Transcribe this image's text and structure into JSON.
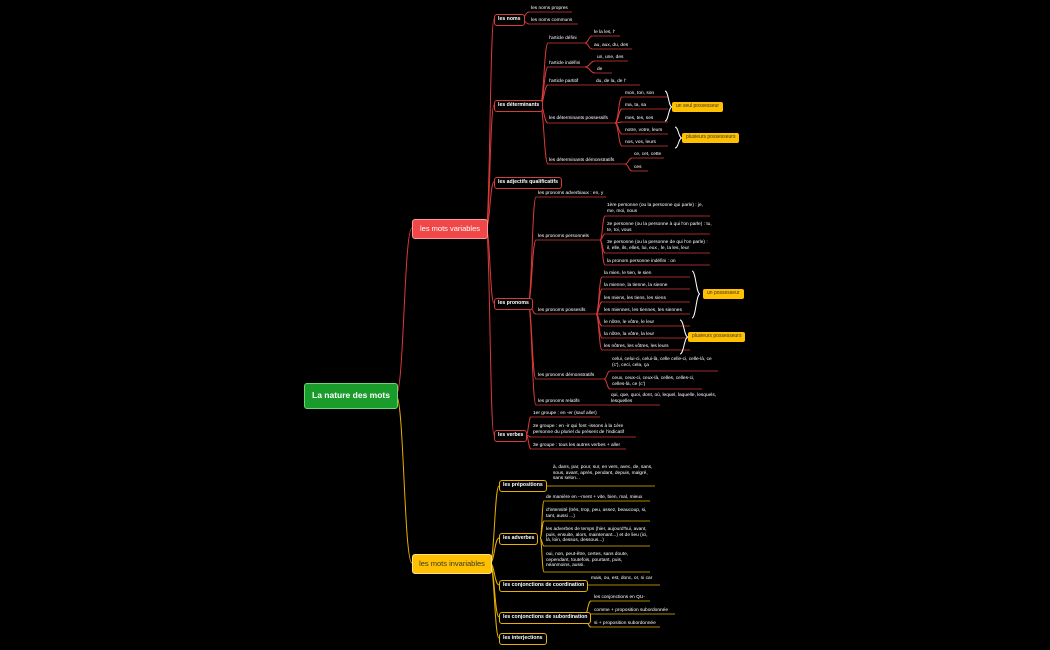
{
  "root": "La nature des mots",
  "variables": {
    "label": "les mots variables",
    "noms": {
      "label": "les noms",
      "items": [
        "les noms propres",
        "les noms communs"
      ]
    },
    "determinants": {
      "label": "les déterminants",
      "defini": {
        "label": "l'article défini",
        "items": [
          "le la les, l'",
          "au, aux, du, des"
        ]
      },
      "indefini": {
        "label": "l'article indéfini",
        "items": [
          "un, une, des",
          "de"
        ]
      },
      "partitif": {
        "label": "l'article partitif",
        "items": [
          "du, de la, de l'"
        ]
      },
      "possessifs": {
        "label": "les déterminants possessifs",
        "items": [
          "mon, ton, son",
          "ma, ta, sa",
          "mes, tes, ses",
          "notre, votre, leurs",
          "nos, vos, leurs"
        ],
        "un_seul": "un seul possesseur",
        "plusieurs": "plusieurs possesseurs"
      },
      "demonstratifs": {
        "label": "les déterminants démonstratifs",
        "items": [
          "ce, cet, cette",
          "ces"
        ]
      }
    },
    "adjectifs": {
      "label": "les adjectifs qualificatifs"
    },
    "pronoms": {
      "label": "les pronoms",
      "adverbiaux": "les pronoms adverbiaux : en, y",
      "personnels": {
        "label": "les pronoms personnels",
        "items": [
          "1ère personne (ou la personne qui parle) : je, me, moi, nous",
          "2e personne (ou la personne à qui l'on parle) : tu, te, toi, vous",
          "3e personne (ou la personne de qui l'on parle) : il, elle, ils, elles, lui, eux , le, la les, leur",
          "la pronom personne indéfini : on"
        ]
      },
      "possessifs": {
        "label": "les pronoms possesifs",
        "items": [
          "la mien, le tien, le sien",
          "la mienne, la tienne, la sienne",
          "les miens, les tiens, les siens",
          "les miennes, les tiennes, les siennes",
          "le nôtre, le vôtre, le leur",
          "la nôtre, la vôtre, la leur",
          "les nôtres, les vôtres, les leurs"
        ],
        "un": "un possesseur",
        "plusieurs": "plusieurs possesseurs"
      },
      "demonstratifs": {
        "label": "les pronoms démonstratifs",
        "items": [
          "celui, celui-ci, celui-là, celle celle-ci, celle-là, ce (c'), ceci, cela, ça",
          "ceux, ceux-ci, ceux-là, celles, celles-ci, celles-là, ce (c')"
        ]
      },
      "relatifs": {
        "label": "les pronoms relatifs",
        "items": [
          "qui, que, quoi, dont, où, lequel, laquelle, lesquels, lesquelles"
        ]
      }
    },
    "verbes": {
      "label": "les verbes",
      "items": [
        "1er groupe : en -er (sauf aller)",
        "2e groupe : en -ir qui font -issons à la 1ère personne du pluriel du présent de l'indicatif",
        "3e groupe : tous les autres verbes + aller"
      ]
    }
  },
  "invariables": {
    "label": "les mots invariables",
    "prepositions": {
      "label": "les prépositions",
      "items": [
        "à, dans, par, pour, sur, en vers, avec, de, sans, sous, avant, après, pendant, depuis, malgré, sans selon..."
      ]
    },
    "adverbes": {
      "label": "les adverbes",
      "items": [
        "de manière en --ment + vite, bien, mal, mieux",
        "d'intensité (très, trop, peu, assez, beaucoup, si, tant, aussi ...)",
        "les adverbes de temps (hier, aujourd'hui, avant, puis, ensuite, alors, maintenant...) et de lieu (ici, là, loin, dessus, dessous...)",
        "oui, non, peut-être, certes, sans doute, cependant, toutefois, pourtant, puis, néanmoins, aussi."
      ]
    },
    "coordination": {
      "label": "les conjonctions de coordination",
      "items": [
        "mais, ou, est, donc, or, ni car"
      ]
    },
    "subordination": {
      "label": "les conjonctions de subordination",
      "items": [
        "les conjonctions en QU-",
        "comme + proposition subordonnée",
        "si + proposition subordonnée"
      ]
    },
    "interjections": {
      "label": "les interjections"
    }
  },
  "colors": {
    "root": "#1a9c2a",
    "variables": "#f04848",
    "invariables": "#ffc000",
    "link_red": "#d63a3a",
    "link_yellow": "#e8b000"
  }
}
